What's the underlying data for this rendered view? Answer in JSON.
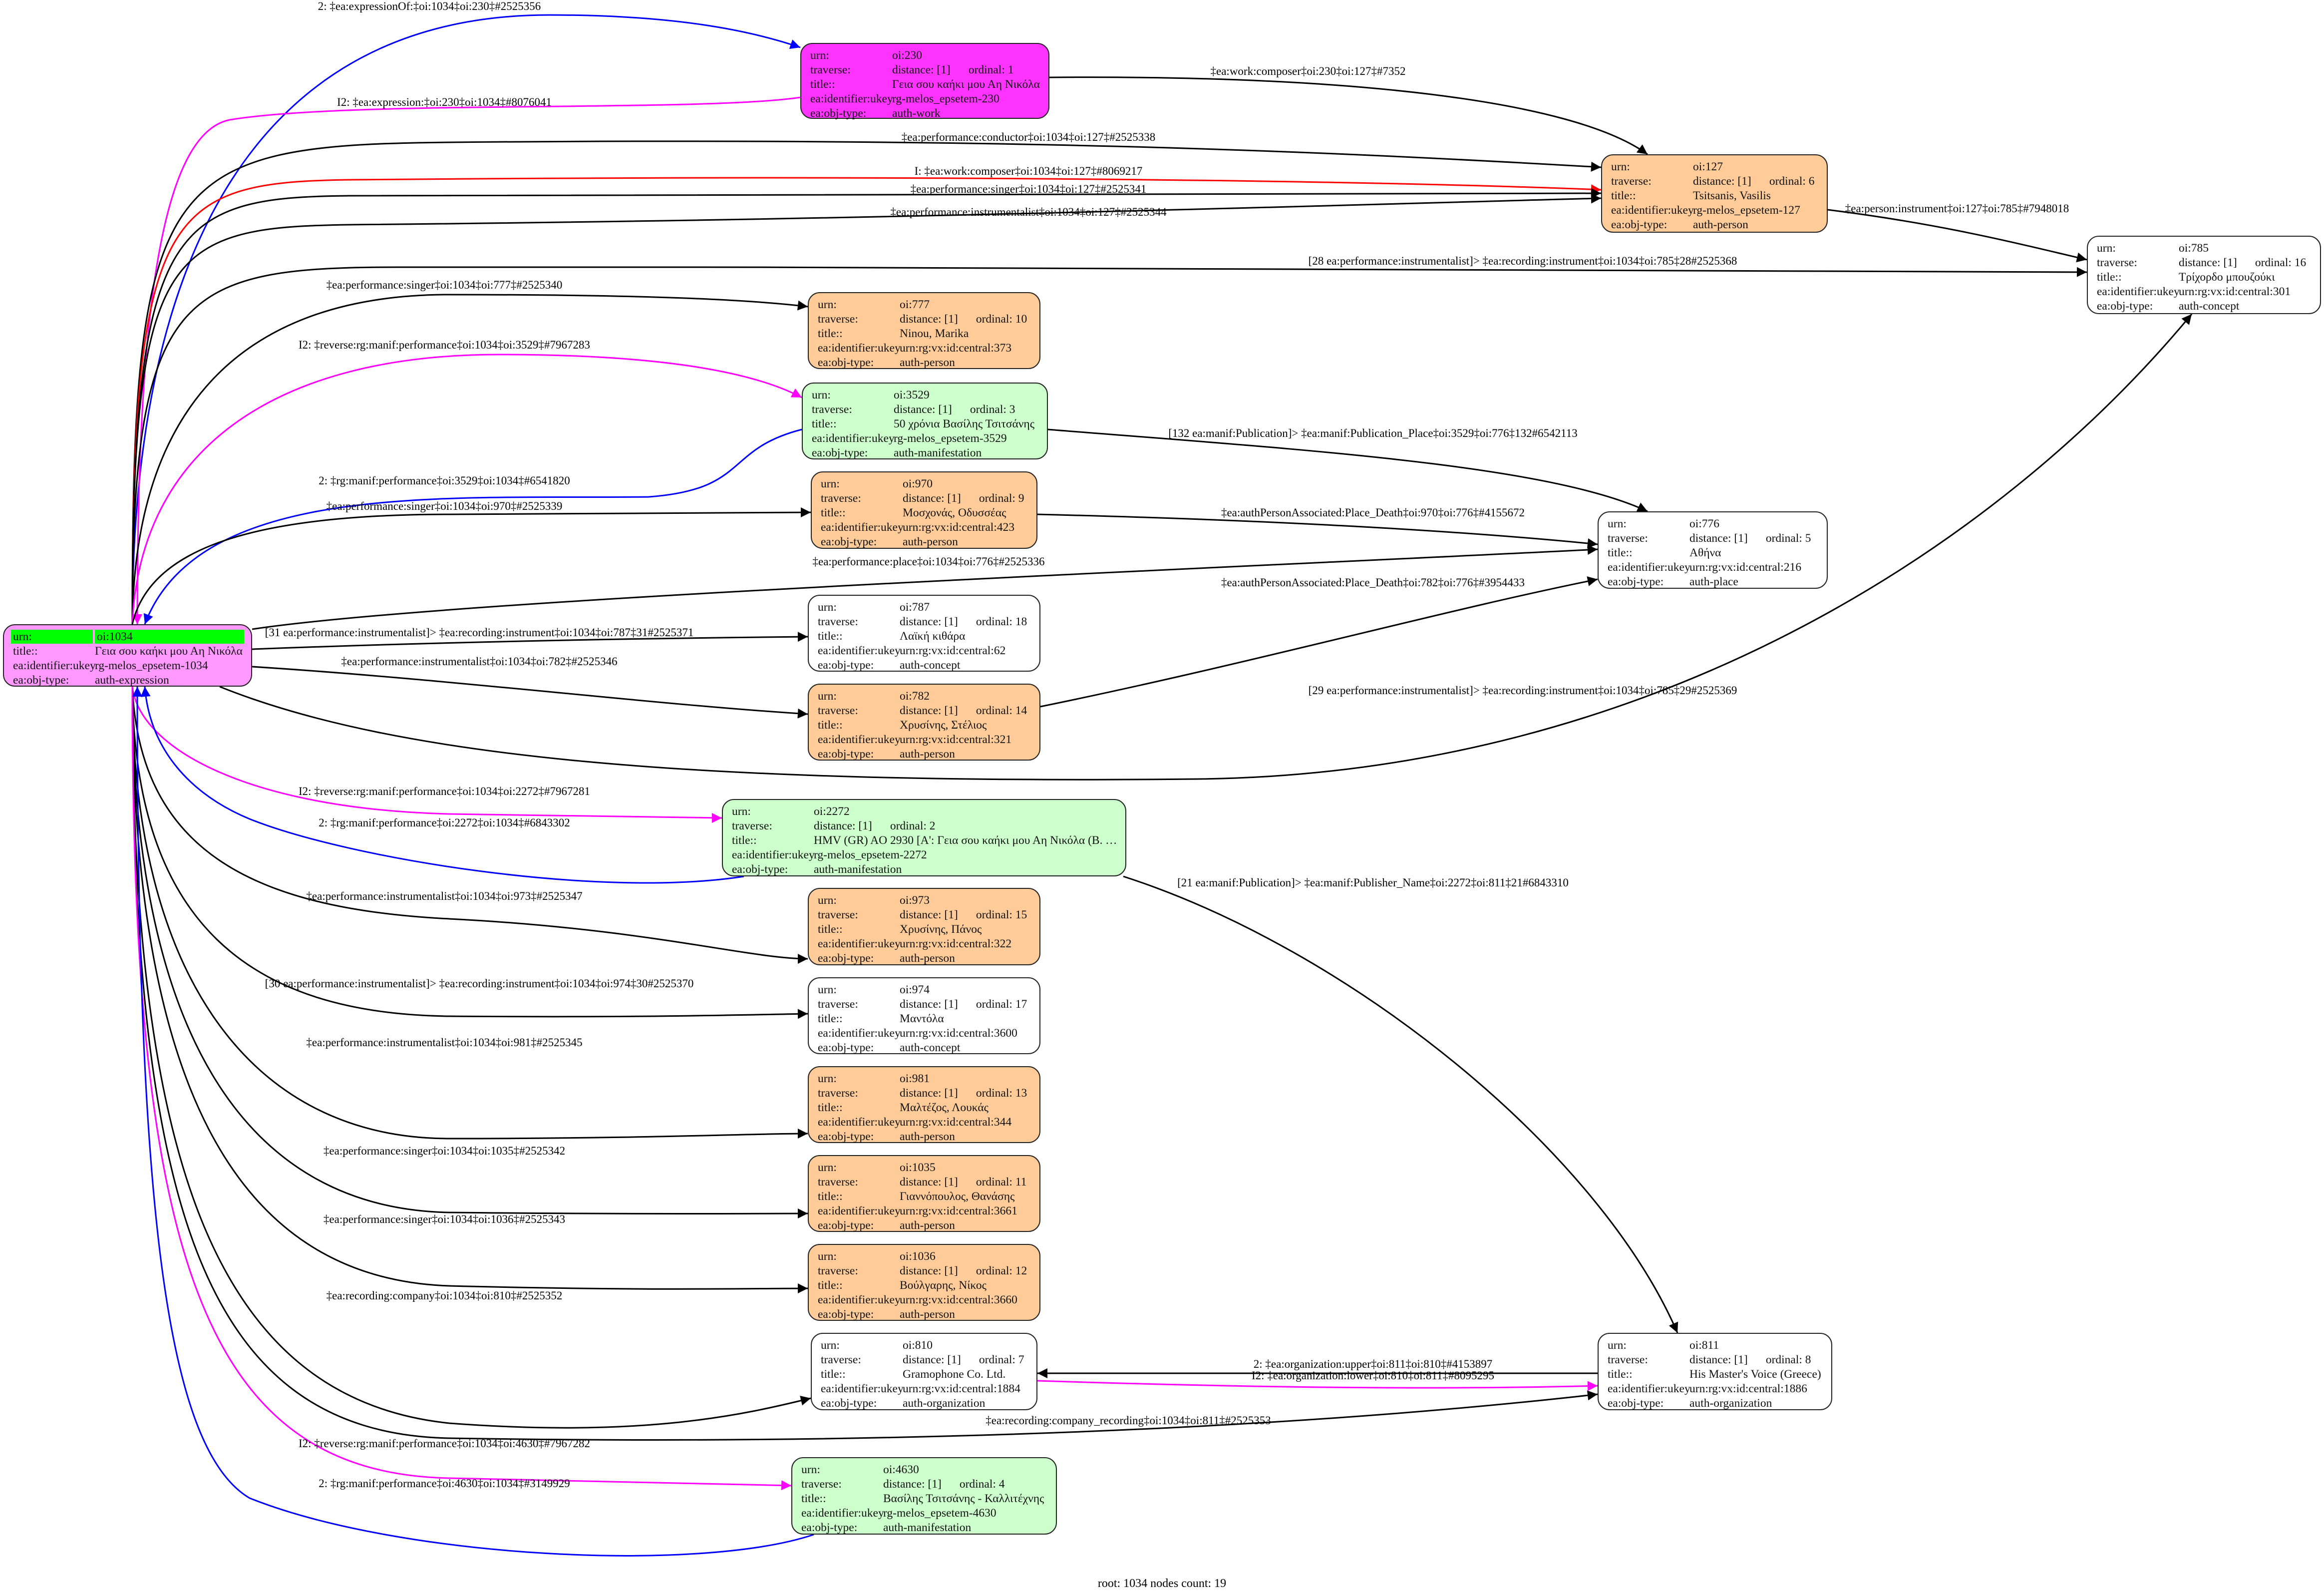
{
  "field_labels": {
    "urn": "urn:",
    "traverse": "traverse:",
    "title": "title::",
    "ukey": "ea:identifier:ukey",
    "obj_type": "ea:obj-type:"
  },
  "colors": {
    "root": "#ff99ff",
    "root_header": "#00ff00",
    "work": "#ff33ff",
    "person": "#ffcc99",
    "manifestation": "#ccffcc",
    "plain": "#ffffff",
    "edge_black": "#000000",
    "edge_blue": "#0000ff",
    "edge_magenta": "#ff00ff",
    "edge_red": "#ff0000"
  },
  "nodes": [
    {
      "id": "1034",
      "urn": "oi:1034",
      "title": "Γεια σου καήκι μου Αη Νικόλα",
      "ukey": "rg-melos_epsetem-1034",
      "obj_type": "auth-expression",
      "fill": "#ff99ff",
      "root": true
    },
    {
      "id": "230",
      "urn": "oi:230",
      "distance": "distance: [1]",
      "ordinal": "ordinal: 1",
      "title": "Γεια σου καήκι μου Αη Νικόλα",
      "ukey": "rg-melos_epsetem-230",
      "obj_type": "auth-work",
      "fill": "#ff33ff"
    },
    {
      "id": "127",
      "urn": "oi:127",
      "distance": "distance: [1]",
      "ordinal": "ordinal: 6",
      "title": "Tsitsanis, Vasilis",
      "ukey": "rg-melos_epsetem-127",
      "obj_type": "auth-person",
      "fill": "#ffcc99"
    },
    {
      "id": "785",
      "urn": "oi:785",
      "distance": "distance: [1]",
      "ordinal": "ordinal: 16",
      "title": "Τρίχορδο μπουζούκι",
      "ukey": "urn:rg:vx:id:central:301",
      "obj_type": "auth-concept",
      "fill": "#ffffff"
    },
    {
      "id": "777",
      "urn": "oi:777",
      "distance": "distance: [1]",
      "ordinal": "ordinal: 10",
      "title": "Ninou, Marika",
      "ukey": "urn:rg:vx:id:central:373",
      "obj_type": "auth-person",
      "fill": "#ffcc99"
    },
    {
      "id": "3529",
      "urn": "oi:3529",
      "distance": "distance: [1]",
      "ordinal": "ordinal: 3",
      "title": "50 χρόνια Βασίλης Τσιτσάνης",
      "ukey": "rg-melos_epsetem-3529",
      "obj_type": "auth-manifestation",
      "fill": "#ccffcc"
    },
    {
      "id": "970",
      "urn": "oi:970",
      "distance": "distance: [1]",
      "ordinal": "ordinal: 9",
      "title": "Μοσχονάς, Οδυσσέας",
      "ukey": "urn:rg:vx:id:central:423",
      "obj_type": "auth-person",
      "fill": "#ffcc99"
    },
    {
      "id": "776",
      "urn": "oi:776",
      "distance": "distance: [1]",
      "ordinal": "ordinal: 5",
      "title": "Αθήνα",
      "ukey": "urn:rg:vx:id:central:216",
      "obj_type": "auth-place",
      "fill": "#ffffff"
    },
    {
      "id": "787",
      "urn": "oi:787",
      "distance": "distance: [1]",
      "ordinal": "ordinal: 18",
      "title": "Λαϊκή κιθάρα",
      "ukey": "urn:rg:vx:id:central:62",
      "obj_type": "auth-concept",
      "fill": "#ffffff"
    },
    {
      "id": "782",
      "urn": "oi:782",
      "distance": "distance: [1]",
      "ordinal": "ordinal: 14",
      "title": "Χρυσίνης, Στέλιος",
      "ukey": "urn:rg:vx:id:central:321",
      "obj_type": "auth-person",
      "fill": "#ffcc99"
    },
    {
      "id": "2272",
      "urn": "oi:2272",
      "distance": "distance: [1]",
      "ordinal": "ordinal: 2",
      "title": "HMV (GR) AO 2930 [A': Γεια σου καήκι μου Αη Νικόλα (Β. Τσι...",
      "ukey": "rg-melos_epsetem-2272",
      "obj_type": "auth-manifestation",
      "fill": "#ccffcc"
    },
    {
      "id": "973",
      "urn": "oi:973",
      "distance": "distance: [1]",
      "ordinal": "ordinal: 15",
      "title": "Χρυσίνης, Πάνος",
      "ukey": "urn:rg:vx:id:central:322",
      "obj_type": "auth-person",
      "fill": "#ffcc99"
    },
    {
      "id": "974",
      "urn": "oi:974",
      "distance": "distance: [1]",
      "ordinal": "ordinal: 17",
      "title": "Μαντόλα",
      "ukey": "urn:rg:vx:id:central:3600",
      "obj_type": "auth-concept",
      "fill": "#ffffff"
    },
    {
      "id": "981",
      "urn": "oi:981",
      "distance": "distance: [1]",
      "ordinal": "ordinal: 13",
      "title": "Μαλτέζος, Λουκάς",
      "ukey": "urn:rg:vx:id:central:344",
      "obj_type": "auth-person",
      "fill": "#ffcc99"
    },
    {
      "id": "1035",
      "urn": "oi:1035",
      "distance": "distance: [1]",
      "ordinal": "ordinal: 11",
      "title": "Γιαννόπουλος, Θανάσης",
      "ukey": "urn:rg:vx:id:central:3661",
      "obj_type": "auth-person",
      "fill": "#ffcc99"
    },
    {
      "id": "1036",
      "urn": "oi:1036",
      "distance": "distance: [1]",
      "ordinal": "ordinal: 12",
      "title": "Βούλγαρης, Νίκος",
      "ukey": "urn:rg:vx:id:central:3660",
      "obj_type": "auth-person",
      "fill": "#ffcc99"
    },
    {
      "id": "810",
      "urn": "oi:810",
      "distance": "distance: [1]",
      "ordinal": "ordinal: 7",
      "title": "Gramophone Co. Ltd.",
      "ukey": "urn:rg:vx:id:central:1884",
      "obj_type": "auth-organization",
      "fill": "#ffffff"
    },
    {
      "id": "811",
      "urn": "oi:811",
      "distance": "distance: [1]",
      "ordinal": "ordinal: 8",
      "title": "His Master's Voice (Greece)",
      "ukey": "urn:rg:vx:id:central:1886",
      "obj_type": "auth-organization",
      "fill": "#ffffff"
    },
    {
      "id": "4630",
      "urn": "oi:4630",
      "distance": "distance: [1]",
      "ordinal": "ordinal: 4",
      "title": "Βασίλης Τσιτσάνης - Καλλιτέχνης",
      "ukey": "rg-melos_epsetem-4630",
      "obj_type": "auth-manifestation",
      "fill": "#ccffcc"
    }
  ],
  "edges": [
    {
      "label": "2: ‡ea:expressionOf:‡oi:1034‡oi:230‡#2525356",
      "color": "#0000ff"
    },
    {
      "label": "I2: ‡ea:expression:‡oi:230‡oi:1034‡#8076041",
      "color": "#ff00ff"
    },
    {
      "label": "‡ea:work:composer‡oi:230‡oi:127‡#7352",
      "color": "#000000"
    },
    {
      "label": "‡ea:performance:conductor‡oi:1034‡oi:127‡#2525338",
      "color": "#000000"
    },
    {
      "label": "I: ‡ea:work:composer‡oi:1034‡oi:127‡#8069217",
      "color": "#ff0000"
    },
    {
      "label": "‡ea:performance:singer‡oi:1034‡oi:127‡#2525341",
      "color": "#000000"
    },
    {
      "label": "‡ea:performance:instrumentalist‡oi:1034‡oi:127‡#2525344",
      "color": "#000000"
    },
    {
      "label": "‡ea:person:instrument‡oi:127‡oi:785‡#7948018",
      "color": "#000000"
    },
    {
      "label": "[28 ea:performance:instrumentalist]> ‡ea:recording:instrument‡oi:1034‡oi:785‡28#2525368",
      "color": "#000000"
    },
    {
      "label": "‡ea:performance:singer‡oi:1034‡oi:777‡#2525340",
      "color": "#000000"
    },
    {
      "label": "I2: ‡reverse:rg:manif:performance‡oi:1034‡oi:3529‡#7967283",
      "color": "#ff00ff"
    },
    {
      "label": "2: ‡rg:manif:performance‡oi:3529‡oi:1034‡#6541820",
      "color": "#0000ff"
    },
    {
      "label": "[132 ea:manif:Publication]> ‡ea:manif:Publication_Place‡oi:3529‡oi:776‡132#6542113",
      "color": "#000000"
    },
    {
      "label": "‡ea:performance:singer‡oi:1034‡oi:970‡#2525339",
      "color": "#000000"
    },
    {
      "label": "‡ea:authPersonAssociated:Place_Death‡oi:970‡oi:776‡#4155672",
      "color": "#000000"
    },
    {
      "label": "‡ea:performance:place‡oi:1034‡oi:776‡#2525336",
      "color": "#000000"
    },
    {
      "label": "[31 ea:performance:instrumentalist]> ‡ea:recording:instrument‡oi:1034‡oi:787‡31#2525371",
      "color": "#000000"
    },
    {
      "label": "‡ea:authPersonAssociated:Place_Death‡oi:782‡oi:776‡#3954433",
      "color": "#000000"
    },
    {
      "label": "‡ea:performance:instrumentalist‡oi:1034‡oi:782‡#2525346",
      "color": "#000000"
    },
    {
      "label": "[29 ea:performance:instrumentalist]> ‡ea:recording:instrument‡oi:1034‡oi:785‡29#2525369",
      "color": "#000000"
    },
    {
      "label": "I2: ‡reverse:rg:manif:performance‡oi:1034‡oi:2272‡#7967281",
      "color": "#ff00ff"
    },
    {
      "label": "2: ‡rg:manif:performance‡oi:2272‡oi:1034‡#6843302",
      "color": "#0000ff"
    },
    {
      "label": "[21 ea:manif:Publication]> ‡ea:manif:Publisher_Name‡oi:2272‡oi:811‡21#6843310",
      "color": "#000000"
    },
    {
      "label": "‡ea:performance:instrumentalist‡oi:1034‡oi:973‡#2525347",
      "color": "#000000"
    },
    {
      "label": "[30 ea:performance:instrumentalist]> ‡ea:recording:instrument‡oi:1034‡oi:974‡30#2525370",
      "color": "#000000"
    },
    {
      "label": "‡ea:performance:instrumentalist‡oi:1034‡oi:981‡#2525345",
      "color": "#000000"
    },
    {
      "label": "‡ea:performance:singer‡oi:1034‡oi:1035‡#2525342",
      "color": "#000000"
    },
    {
      "label": "‡ea:performance:singer‡oi:1034‡oi:1036‡#2525343",
      "color": "#000000"
    },
    {
      "label": "‡ea:recording:company‡oi:1034‡oi:810‡#2525352",
      "color": "#000000"
    },
    {
      "label": "2: ‡ea:organization:upper‡oi:811‡oi:810‡#4153897",
      "color": "#000000"
    },
    {
      "label": "I2: ‡ea:organization:lower‡oi:810‡oi:811‡#8095295",
      "color": "#ff00ff"
    },
    {
      "label": "‡ea:recording:company_recording‡oi:1034‡oi:811‡#2525353",
      "color": "#000000"
    },
    {
      "label": "I2: ‡reverse:rg:manif:performance‡oi:1034‡oi:4630‡#7967282",
      "color": "#ff00ff"
    },
    {
      "label": "2: ‡rg:manif:performance‡oi:4630‡oi:1034‡#3149929",
      "color": "#0000ff"
    }
  ],
  "footer": "root: 1034 nodes count: 19"
}
